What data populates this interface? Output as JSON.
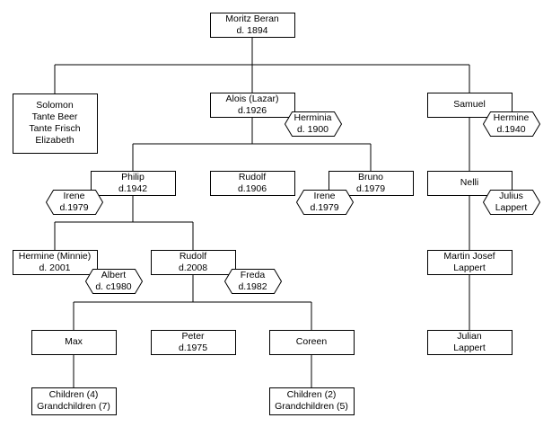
{
  "persons": [
    {
      "id": "moritz",
      "lines": [
        "Moritz Beran",
        "d. 1894"
      ]
    },
    {
      "id": "solomon",
      "lines": [
        "Solomon",
        "Tante Beer",
        "Tante Frisch",
        "Elizabeth"
      ]
    },
    {
      "id": "alois",
      "lines": [
        "Alois (Lazar)",
        "d.1926"
      ]
    },
    {
      "id": "samuel",
      "lines": [
        "Samuel"
      ]
    },
    {
      "id": "philip",
      "lines": [
        "Philip",
        "d.1942"
      ]
    },
    {
      "id": "rudolf1",
      "lines": [
        "Rudolf",
        "d.1906"
      ]
    },
    {
      "id": "bruno",
      "lines": [
        "Bruno",
        "d.1979"
      ]
    },
    {
      "id": "nelli",
      "lines": [
        "Nelli"
      ]
    },
    {
      "id": "hermine-minnie",
      "lines": [
        "Hermine (Minnie)",
        "d. 2001"
      ]
    },
    {
      "id": "rudolf2",
      "lines": [
        "Rudolf",
        "d.2008"
      ]
    },
    {
      "id": "martin",
      "lines": [
        "Martin Josef",
        "Lappert"
      ]
    },
    {
      "id": "max",
      "lines": [
        "Max"
      ]
    },
    {
      "id": "peter",
      "lines": [
        "Peter",
        "d.1975"
      ]
    },
    {
      "id": "coreen",
      "lines": [
        "Coreen"
      ]
    },
    {
      "id": "julian",
      "lines": [
        "Julian",
        "Lappert"
      ]
    },
    {
      "id": "max-children",
      "lines": [
        "Children (4)",
        "Grandchildren (7)"
      ]
    },
    {
      "id": "coreen-children",
      "lines": [
        "Children (2)",
        "Grandchildren (5)"
      ]
    }
  ],
  "spouses": [
    {
      "id": "herminia",
      "lines": [
        "Herminia",
        "d. 1900"
      ]
    },
    {
      "id": "hermine-1940",
      "lines": [
        "Hermine",
        "d.1940"
      ]
    },
    {
      "id": "irene-philip",
      "lines": [
        "Irene",
        "d.1979"
      ]
    },
    {
      "id": "irene-bruno",
      "lines": [
        "Irene",
        "d.1979"
      ]
    },
    {
      "id": "julius",
      "lines": [
        "Julius",
        "Lappert"
      ]
    },
    {
      "id": "albert",
      "lines": [
        "Albert",
        "d. c1980"
      ]
    },
    {
      "id": "freda",
      "lines": [
        "Freda",
        "d.1982"
      ]
    }
  ],
  "colors": {
    "stroke": "#000000",
    "fill": "#ffffff",
    "text": "#000000"
  }
}
